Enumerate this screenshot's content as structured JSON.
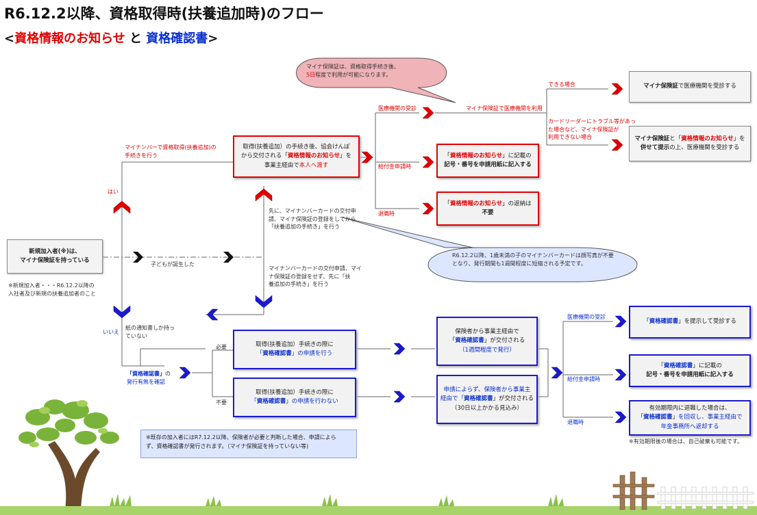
{
  "title": "R6.12.2以降、資格取得時(扶養追加時)のフロー",
  "subtitle": {
    "open": "<",
    "red": "資格情報のお知らせ",
    "mid": " と ",
    "blue": "資格確認書",
    "close": ">"
  },
  "bubble_top": {
    "line1": "マイナ保険証は、資格取得手続き後、",
    "line2_red": "5日",
    "line2_rest": "程度で利用が可能になります。"
  },
  "bubble_mid": {
    "line1": "R6.12.2以降、1歳未満の子のマイナンバーカードは顔写真が不要",
    "line2": "となり、発行期間も1週間程度に短縮される予定です。"
  },
  "start_box": {
    "line1": "新規加入者(※)は、",
    "line2": "マイナ保険証を持っている"
  },
  "start_note": {
    "line1": "※新規加入者・・・R6.12.2以降の",
    "line2": "入社者及び新規の扶養追加者のこと"
  },
  "labels": {
    "yes": "はい",
    "no": "いいえ",
    "my_number_proc_1": "マイナンバーで資格取得(扶養追加)の",
    "my_number_proc_2": "手続きを行う",
    "child_born": "子どもが誕生した",
    "first_1": "先に、マイナンバーカードの交付申",
    "first_2": "請、マイナ保険証の登録をしてから",
    "first_3": "「扶養追加の手続き」を行う",
    "apply_1": "マイナンバーカードの交付申請、マイ",
    "apply_2": "ナ保険証の登録をせず、先に「扶",
    "apply_3": "養追加の手続き」を行う",
    "paper_1": "紙の通知書しか持っ",
    "paper_2": "ていない",
    "check_q": "「資格確認書」",
    "check_1": "の",
    "check_2": "発行有無を確認",
    "needed": "必要",
    "not_needed": "不要",
    "medical_visit": "医療機関の受診",
    "benefit": "給付金申請時",
    "retire": "退職時",
    "can": "できる場合",
    "use_my": "マイナ保険証で医療機関を利用",
    "trouble_1": "カードリーダーにトラブル等があっ",
    "trouble_2": "た場合など、マイナ保険証が",
    "trouble_3": "利用できない場合",
    "medical_visit_b": "医療機関の受診",
    "benefit_b": "給付金申請時",
    "retire_b": "退職時"
  },
  "boxes": {
    "proc_red": {
      "l1": "取得(扶養追加）の手続き後、協会けんぽ",
      "l2a": "から交付される「",
      "l2b": "資格情報のお知らせ",
      "l2c": "」を",
      "l3a": "事業主経由で",
      "l3b": "本人へ渡す"
    },
    "r_benefit": {
      "l1a": "「",
      "l1b": "資格情報のお知らせ",
      "l1c": "」に記載の",
      "l2": "記号・番号を申請用紙に記入する"
    },
    "r_retire": {
      "l1a": "「",
      "l1b": "資格情報のお知らせ",
      "l1c": "」の返納は",
      "l2": "不要"
    },
    "k_can": {
      "a": "マイナ保険証",
      "b": "で医療機関を受診する"
    },
    "k_cannot": {
      "l1a": "マイナ保険証",
      "l1b": "と「",
      "l1c": "資格情報のお知らせ",
      "l1d": "」を",
      "l2a": "併せて提示",
      "l2b": "の上、医療機関を受診する"
    },
    "b_need": {
      "l1": "取得(扶養追加）手続きの際に",
      "l2a": "「",
      "l2b": "資格確認書",
      "l2c": "」",
      "l2d": "の申請を行う"
    },
    "b_noneed": {
      "l1": "取得(扶養追加）手続きの際に",
      "l2a": "「",
      "l2b": "資格確認書",
      "l2c": "」",
      "l2d": "の申請を行わない"
    },
    "b_issue1": {
      "l1": "保険者から事業主経由で",
      "l2a": "「",
      "l2b": "資格確認書",
      "l2c": "」が交付される",
      "l3": "（1週間程度で発行）"
    },
    "b_issue2": {
      "l1": "申請によらず、保険者から事業主",
      "l2a": "経由で「",
      "l2b": "資格確認書",
      "l2c": "」が交付される",
      "l3": "（30日以上かかる見込み）"
    },
    "b_show": {
      "a": "「",
      "b": "資格確認書",
      "c": "」を提示して受診する"
    },
    "b_benefit": {
      "l1a": "「",
      "l1b": "資格確認書",
      "l1c": "」に記載の",
      "l2": "記号・番号を申請用紙に記入する"
    },
    "b_retire": {
      "l1": "有効期限内に退職した場合は、",
      "l2a": "「",
      "l2b": "資格確認書",
      "l2c": "」",
      "l2d": "を回収し、事業主経由で",
      "l3": "年金事務所へ返却する"
    }
  },
  "footnote_right": "※有効期限後の場合は、自己破棄も可能です。",
  "bottom_note": {
    "l1": "※既存の加入者にはR7.12.2以降、保険者が必要と判断した場合、申請によら",
    "l2": "ず、資格確認書が発行されます。（マイナ保険証を持っていない等)"
  },
  "colors": {
    "red": "#e00000",
    "blue": "#0a2fd0",
    "bubble_pink": "#f0b3b8",
    "bubble_blue": "#dde6ff",
    "box_fill": "#f2f2f2"
  }
}
